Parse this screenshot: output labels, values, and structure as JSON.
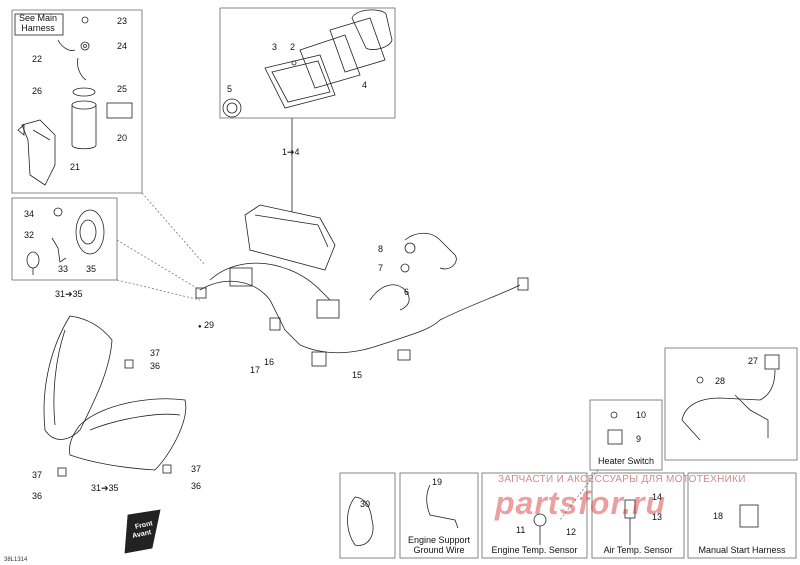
{
  "inset_labels": {
    "harness_note": "See Main Harness",
    "heater_switch": "Heater Switch",
    "engine_support_ground_wire": "Engine Support Ground Wire",
    "engine_temp_sensor": "Engine Temp. Sensor",
    "air_temp_sensor": "Air Temp. Sensor",
    "manual_start_harness": "Manual Start Harness",
    "front": "Front",
    "avant": "Avant"
  },
  "callouts": {
    "c1_4": "1➔4",
    "c2": "2",
    "c3": "3",
    "c4": "4",
    "c5": "5",
    "c6": "6",
    "c7": "7",
    "c8": "8",
    "c9": "9",
    "c10": "10",
    "c11": "11",
    "c12": "12",
    "c13": "13",
    "c14": "14",
    "c15": "15",
    "c16": "16",
    "c17": "17",
    "c18": "18",
    "c19": "19",
    "c20": "20",
    "c21": "21",
    "c22": "22",
    "c23": "23",
    "c24": "24",
    "c25": "25",
    "c26": "26",
    "c27": "27",
    "c28": "28",
    "c29": "29",
    "c30": "30",
    "c31_35a": "31➔35",
    "c31_35b": "31➔35",
    "c32": "32",
    "c33": "33",
    "c34": "34",
    "c35": "35",
    "c36a": "36",
    "c36b": "36",
    "c36c": "36",
    "c37a": "37",
    "c37b": "37",
    "c37c": "37"
  },
  "watermark": {
    "top": "ЗАПЧАСТИ И АКСЕССУАРЫ ДЛЯ МОТОТЕХНИКИ",
    "main": "partsfor.ru"
  },
  "drawing_code": "38L1314"
}
